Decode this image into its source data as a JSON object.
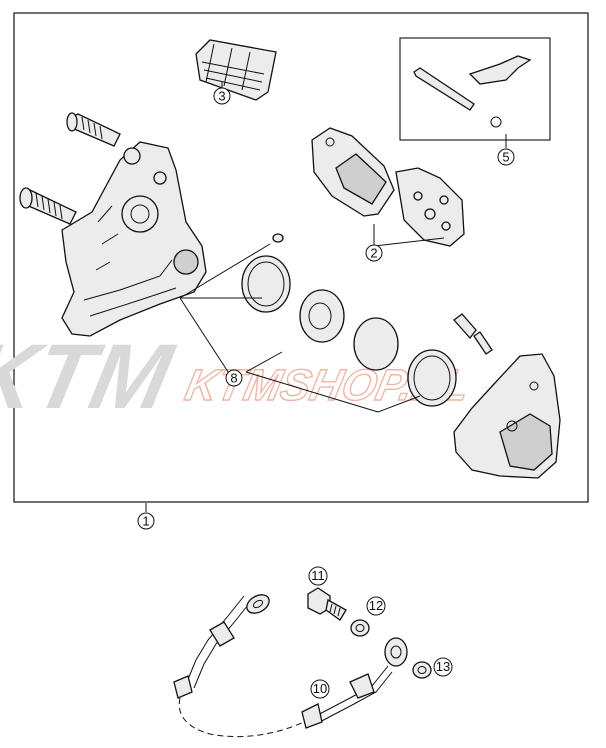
{
  "watermark": {
    "logo_text": "KTM",
    "site_text": "KTMSHOP.PL",
    "logo_color": "#d9d9d9",
    "site_color": "#f6c7bd"
  },
  "callouts": [
    {
      "id": "callout-1",
      "label": "1"
    },
    {
      "id": "callout-2",
      "label": "2"
    },
    {
      "id": "callout-3",
      "label": "3"
    },
    {
      "id": "callout-5",
      "label": "5"
    },
    {
      "id": "callout-8",
      "label": "8"
    },
    {
      "id": "callout-10",
      "label": "10"
    },
    {
      "id": "callout-11",
      "label": "11"
    },
    {
      "id": "callout-12",
      "label": "12"
    },
    {
      "id": "callout-13",
      "label": "13"
    }
  ],
  "colors": {
    "line": "#111111",
    "part_fill": "#ececec",
    "part_shade": "#cfcfcf",
    "background": "#ffffff"
  }
}
